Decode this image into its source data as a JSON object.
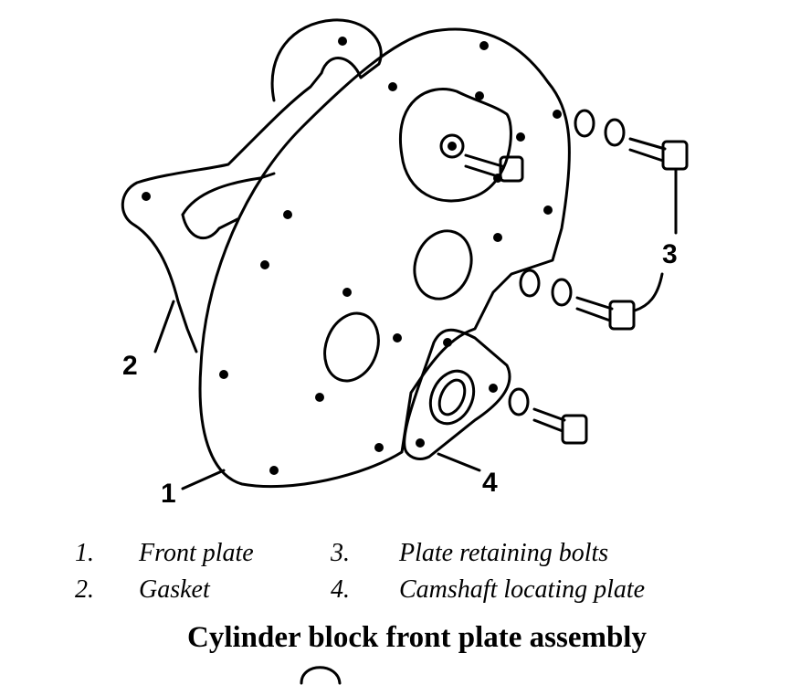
{
  "callouts": {
    "c1": "1",
    "c2": "2",
    "c3": "3",
    "c4": "4"
  },
  "legend": [
    {
      "num": "1.",
      "label": "Front plate"
    },
    {
      "num": "2.",
      "label": "Gasket"
    },
    {
      "num": "3.",
      "label": "Plate retaining bolts"
    },
    {
      "num": "4.",
      "label": "Camshaft locating plate"
    }
  ],
  "caption": "Cylinder block front plate assembly"
}
